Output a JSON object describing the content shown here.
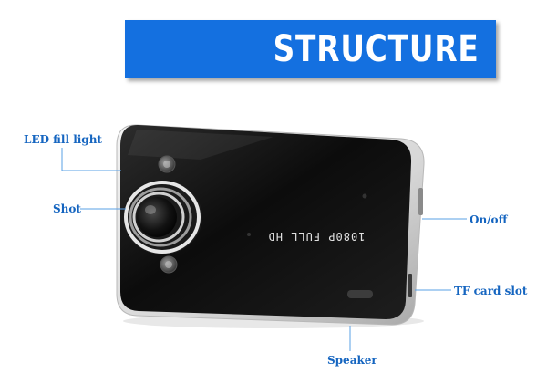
{
  "banner": {
    "title": "STRUCTURE",
    "color": "#1470e0"
  },
  "product": {
    "badge_text": "1080P FULL HD",
    "body_color": "#111111",
    "frame_color": "#d9d9d9"
  },
  "callouts": {
    "led_fill_light": "LED fill light",
    "shot": "Shot",
    "on_off": "On/off",
    "tf_card_slot": "TF card slot",
    "speaker": "Speaker",
    "label_color": "#1565c0"
  }
}
